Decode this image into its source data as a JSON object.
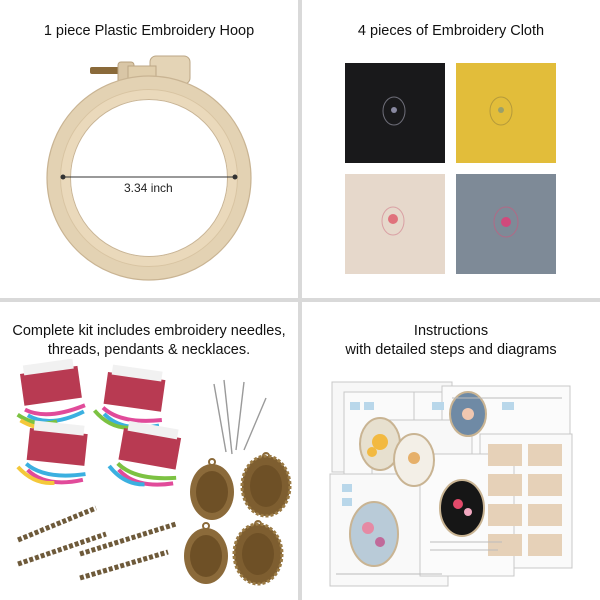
{
  "panels": {
    "hoop": {
      "caption": "1 piece Plastic Embroidery Hoop",
      "measurement": "3.34 inch"
    },
    "cloth": {
      "caption": "4 pieces of Embroidery Cloth",
      "colors": [
        "#1a1a1c",
        "#e2bd3a",
        "#e6d8cb",
        "#7e8a97"
      ]
    },
    "kit": {
      "caption_line1": "Complete kit includes embroidery needles,",
      "caption_line2": "threads, pendants & necklaces."
    },
    "instructions": {
      "caption_line1": "Instructions",
      "caption_line2": "with detailed steps and diagrams"
    }
  }
}
